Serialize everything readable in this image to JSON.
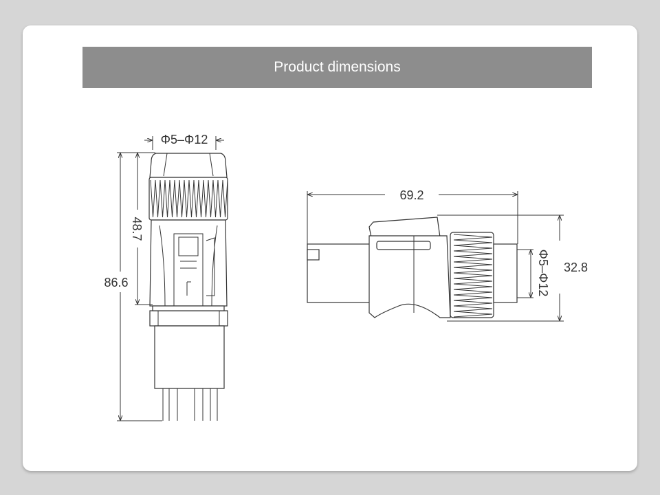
{
  "title": "Product dimensions",
  "front_view": {
    "cable_diameter": "Φ5–Φ12",
    "total_length": "86.6",
    "upper_length": "48.7"
  },
  "side_view": {
    "length": "69.2",
    "height": "32.8",
    "cable_diameter": "Φ5–Φ12"
  }
}
